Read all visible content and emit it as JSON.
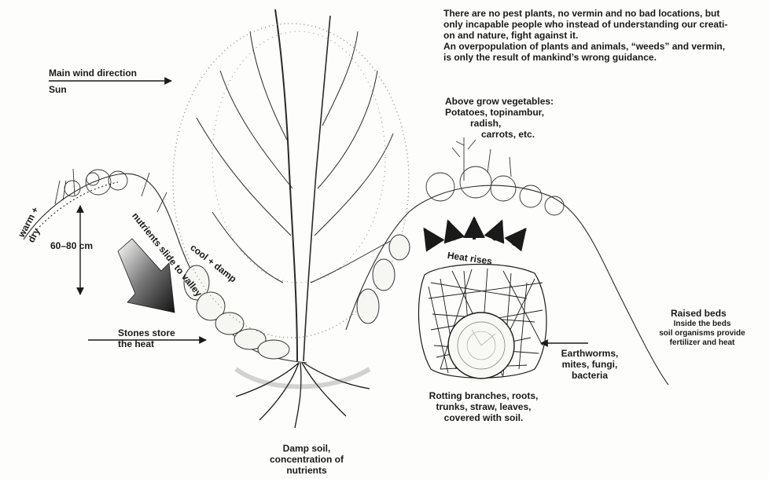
{
  "header_text": {
    "line1": "There are no pest plants, no vermin and no bad locations, but",
    "line2": "only incapable people who instead of understanding our creati-",
    "line3": "on and nature, fight against it.",
    "line4": "An overpopulation of plants and animals, “weeds” and vermin,",
    "line5": "is only the result of mankind’s wrong guidance."
  },
  "labels": {
    "wind": "Main wind direction",
    "sun": "Sun",
    "warm_dry": "warm +\ndry",
    "height": "60–80 cm",
    "nutrients_slide": "nutrients slide to valley",
    "cool_damp": "cool + damp",
    "stones": "Stones store\nthe heat",
    "damp_soil": "Damp soil,\nconcentration of\nnutrients",
    "vegetables": "Above grow vegetables:\nPotatoes, topinambur,",
    "radish": "radish,",
    "carrots": "carrots, etc.",
    "heat_rises": "Heat rises",
    "rotting": "Rotting branches, roots,\ntrunks, straw, leaves,\ncovered with soil.",
    "earthworms": "Earthworms,\nmites, fungi,\nbacteria",
    "raised_beds": "Raised beds",
    "inside_beds": "Inside the beds\nsoil organisms provide\nfertilizer and heat"
  },
  "colors": {
    "ink": "#1a1a1a",
    "paper": "#fdfdfb"
  }
}
